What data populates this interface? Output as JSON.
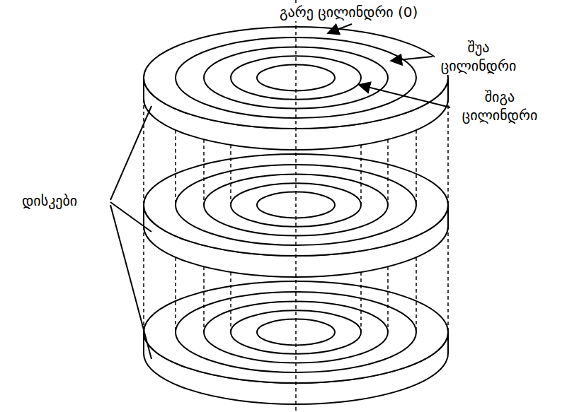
{
  "diagram": {
    "labels": [
      "გარე ცილინდრი (0)",
      "შუა ცილინდრი",
      "შიგა ცილინდრი",
      "დისკები"
    ]
  }
}
